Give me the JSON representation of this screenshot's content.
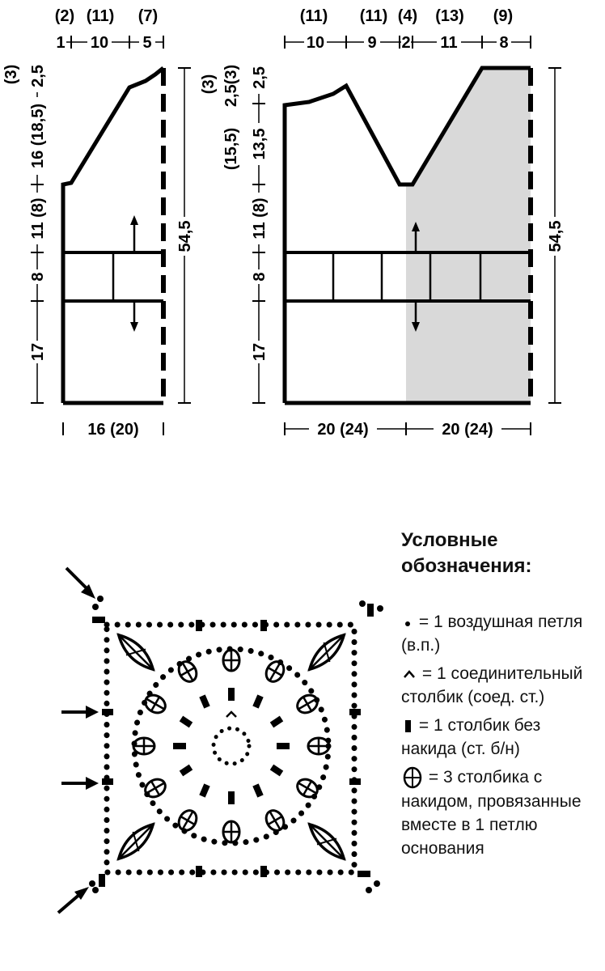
{
  "back_piece": {
    "top_alt_labels": [
      "(2)",
      "(11)",
      "(7)"
    ],
    "top_labels": [
      "1",
      "10",
      "5"
    ],
    "left_labels": [
      "(3)",
      "2,5",
      "16 (18,5)",
      "11 (8)",
      "8",
      "17"
    ],
    "height_label": "54,5",
    "bottom_label": "16 (20)"
  },
  "front_piece": {
    "top_alt_labels": [
      "(11)",
      "(11)",
      "(4)",
      "(13)",
      "(9)"
    ],
    "top_labels": [
      "10",
      "9",
      "2",
      "11",
      "8"
    ],
    "left_labels": [
      "(3)",
      "2,5(3)",
      "2,5",
      "(15,5)",
      "13,5",
      "11 (8)",
      "8",
      "17"
    ],
    "height_label": "54,5",
    "bottom_labels": [
      "20 (24)",
      "20 (24)"
    ]
  },
  "legend": {
    "title": "Условные обозначения:",
    "items": [
      {
        "text": "= 1 воздушная петля (в.п.)",
        "icon": "dot-icon"
      },
      {
        "text": "= 1 соединительный столбик (соед. ст.)",
        "icon": "caret-icon"
      },
      {
        "text": "= 1 столбик без накида (ст. б/н)",
        "icon": "dash-icon"
      },
      {
        "text": "= 3 столбика с накидом, провязанные вместе в 1 петлю основания",
        "icon": "cluster-icon"
      }
    ]
  },
  "colors": {
    "shade": "#d9d9d9",
    "ink": "#000000"
  }
}
